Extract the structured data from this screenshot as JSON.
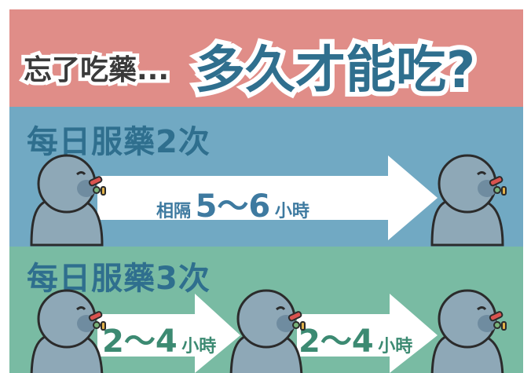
{
  "title": {
    "small": "忘了吃藥...",
    "big": "多久才能吃?"
  },
  "sections": [
    {
      "heading": "每日服藥2次",
      "interval_prefix": "相隔",
      "interval_value": "5～6",
      "interval_unit": "小時"
    },
    {
      "heading": "每日服藥3次",
      "intervals": [
        {
          "value": "2～4",
          "unit": "小時"
        },
        {
          "value": "2～4",
          "unit": "小時"
        }
      ]
    }
  ],
  "colors": {
    "top_band": "#e08d88",
    "mid_band": "#71a9c3",
    "bottom_band": "#79bba3",
    "title_small": "#3a3a3a",
    "title_big": "#2f6f8e",
    "section_heading": "#2f6f8e",
    "interval_text_mid": "#3e7aa0",
    "interval_text_bot": "#3c8a72",
    "person_body": "#8ea8b7",
    "person_face": "#6f8ca0",
    "pill_red": "#d9534f",
    "pill_yellow": "#e2b24a",
    "pill_green": "#7ab37a"
  }
}
